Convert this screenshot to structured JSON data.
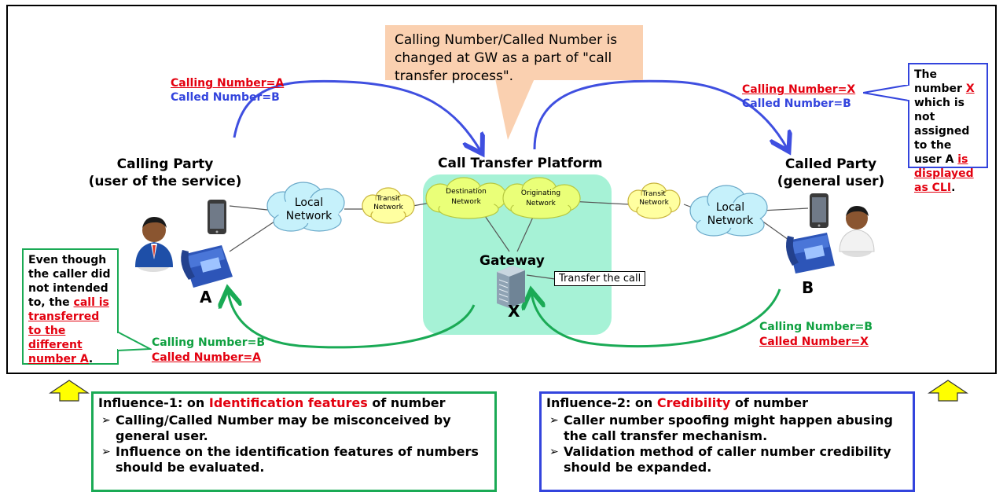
{
  "callout": {
    "text": "Calling Number/Called Number is changed at GW as a part of \"call transfer process\"."
  },
  "left_flow": {
    "calling_number": "Calling Number=A",
    "called_number": "Called Number=B"
  },
  "right_flow": {
    "calling_number": "Calling Number=X",
    "called_number": "Called Number=B"
  },
  "bottom_right_flow": {
    "calling_number": "Calling Number=B",
    "called_number": "Called Number=X"
  },
  "bottom_left_flow": {
    "calling_number": "Calling Number=B",
    "called_number": "Called Number=A"
  },
  "calling_party": {
    "title_line1": "Calling Party",
    "title_line2": "(user of the service)",
    "letter": "A"
  },
  "called_party": {
    "title_line1": "Called Party",
    "title_line2": "(general user)",
    "letter": "B"
  },
  "platform": {
    "title": "Call Transfer Platform",
    "destination_network": "Destination Network",
    "originating_network": "Originating Network",
    "gateway": "Gateway",
    "gateway_letter": "X",
    "transfer_label": "Transfer the call"
  },
  "networks": {
    "local_left": "Local Network",
    "transit_left": "Transit Network",
    "transit_right": "Transit Network",
    "local_right": "Local Network"
  },
  "note_right": {
    "t1": "The number ",
    "t2": "X",
    "t3": " which is not assigned to the user A ",
    "t4": "is displayed as CLI",
    "t5": "."
  },
  "note_left": {
    "t1": "Even though the caller did not intended to, the ",
    "t2": "call is transferred to the different number A",
    "t3": "."
  },
  "influence1": {
    "prefix": "Influence-1:  on ",
    "highlight": "Identification features",
    "suffix": " of number",
    "bullets": [
      "Calling/Called Number may be misconceived by general user.",
      "Influence on the identification features of numbers should be evaluated."
    ]
  },
  "influence2": {
    "prefix": "Influence-2:  on ",
    "highlight": "Credibility",
    "suffix": " of number",
    "bullets": [
      "Caller number spoofing might happen abusing the call transfer mechanism.",
      "Validation method of caller number credibility should be expanded."
    ]
  },
  "colors": {
    "platform_bg": "#a6f2d6",
    "cloud_local": "#c6f1fb",
    "cloud_transit": "#ffffa0",
    "cloud_platform": "#eaff78",
    "arrow_blue": "#3f4fe0",
    "arrow_green": "#1aaa55",
    "arrow_up": "#ffff00",
    "callout_bg": "#fad0b0"
  }
}
